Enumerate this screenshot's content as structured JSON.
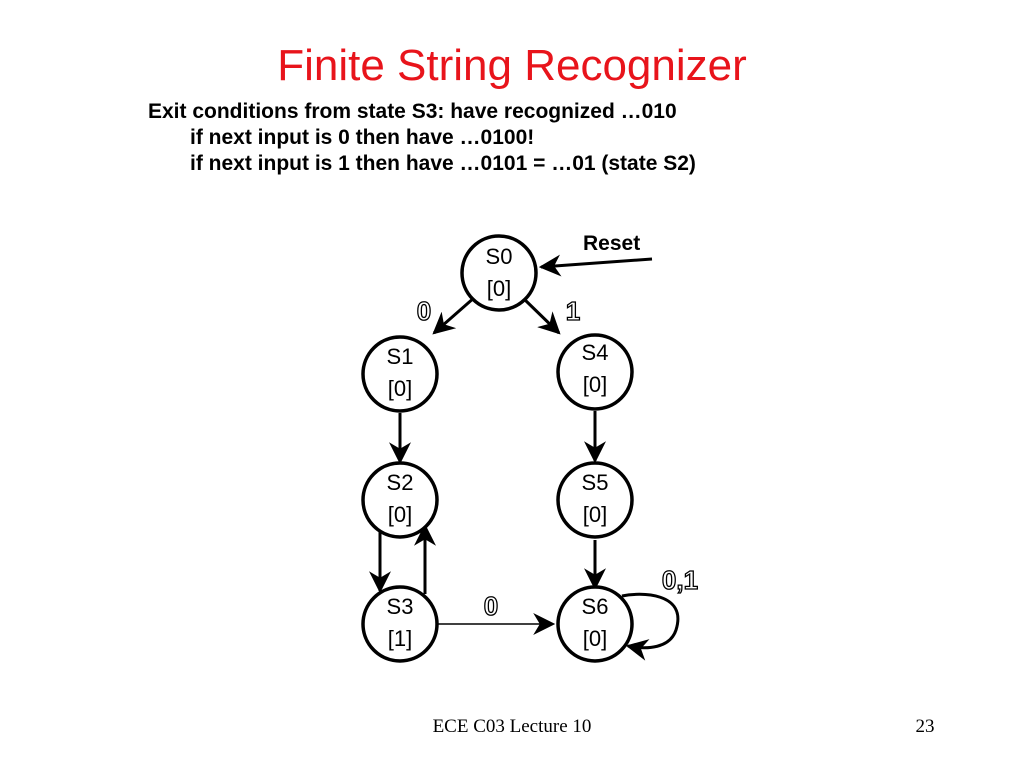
{
  "slide": {
    "title": "Finite String Recognizer",
    "lines": [
      "Exit conditions from state S3: have recognized …010",
      "if next input is 0 then have …0100!",
      "if next input is 1 then have …0101 = …01 (state S2)"
    ],
    "footer": "ECE C03 Lecture 10",
    "page_number": "23",
    "colors": {
      "title": "#e8141b",
      "text": "#000000"
    }
  },
  "diagram": {
    "reset_label": "Reset",
    "states": [
      {
        "id": "S0",
        "name": "S0",
        "output": "[0]"
      },
      {
        "id": "S1",
        "name": "S1",
        "output": "[0]"
      },
      {
        "id": "S4",
        "name": "S4",
        "output": "[0]"
      },
      {
        "id": "S2",
        "name": "S2",
        "output": "[0]"
      },
      {
        "id": "S5",
        "name": "S5",
        "output": "[0]"
      },
      {
        "id": "S3",
        "name": "S3",
        "output": "[1]"
      },
      {
        "id": "S6",
        "name": "S6",
        "output": "[0]"
      }
    ],
    "transition_labels": {
      "s0_s1": "0",
      "s0_s4": "1",
      "s3_s6": "0",
      "s6_self": "0,1"
    }
  }
}
